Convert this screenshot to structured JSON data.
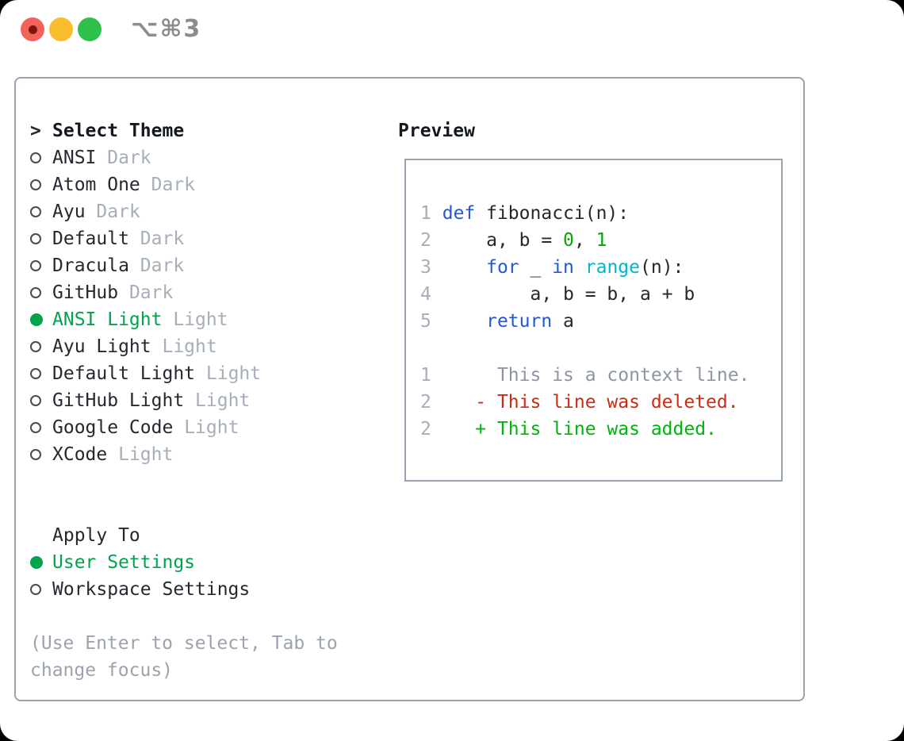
{
  "window": {
    "shortcut": "⌥⌘3",
    "traffic_lights": [
      "close",
      "minimize",
      "zoom"
    ]
  },
  "colors": {
    "accent_green": "#00a44d",
    "keyword_blue": "#2257d6",
    "builtin_cyan": "#00b6c8",
    "literal_green": "#00a800",
    "diff_added_green": "#00b30f",
    "diff_deleted_red": "#c92d12",
    "muted_gray": "#a5aeb9",
    "border_gray": "#9aa4b0"
  },
  "theme_panel": {
    "title_prefix": ">",
    "title": "Select Theme",
    "themes": [
      {
        "label": "ANSI",
        "variant": "Dark",
        "selected": false
      },
      {
        "label": "Atom One",
        "variant": "Dark",
        "selected": false
      },
      {
        "label": "Ayu",
        "variant": "Dark",
        "selected": false
      },
      {
        "label": "Default",
        "variant": "Dark",
        "selected": false
      },
      {
        "label": "Dracula",
        "variant": "Dark",
        "selected": false
      },
      {
        "label": "GitHub",
        "variant": "Dark",
        "selected": false
      },
      {
        "label": "ANSI Light",
        "variant": "Light",
        "selected": true
      },
      {
        "label": "Ayu Light",
        "variant": "Light",
        "selected": false
      },
      {
        "label": "Default Light",
        "variant": "Light",
        "selected": false
      },
      {
        "label": "GitHub Light",
        "variant": "Light",
        "selected": false
      },
      {
        "label": "Google Code",
        "variant": "Light",
        "selected": false
      },
      {
        "label": "XCode",
        "variant": "Light",
        "selected": false
      }
    ],
    "apply_to": {
      "title": "Apply To",
      "options": [
        {
          "label": "User Settings",
          "selected": true
        },
        {
          "label": "Workspace Settings",
          "selected": false
        }
      ]
    },
    "help_line1": "(Use Enter to select, Tab to",
    "help_line2": "change focus)"
  },
  "preview": {
    "title": "Preview",
    "code_lines": [
      {
        "num": "1",
        "t1": "def",
        "t2": " fibonacci(n):"
      },
      {
        "num": "2",
        "t1": "    a, b = ",
        "t2": "0",
        "t3": ", ",
        "t4": "1"
      },
      {
        "num": "3",
        "t1": "    ",
        "t2": "for",
        "t3": " _ ",
        "t4": "in",
        "t5": " ",
        "t6": "range",
        "t7": "(n):"
      },
      {
        "num": "4",
        "t1": "        a, b = b, a + b"
      },
      {
        "num": "5",
        "t1": "    ",
        "t2": "return",
        "t3": " a"
      }
    ],
    "diff_lines": [
      {
        "num": "1",
        "text": "     This is a context line."
      },
      {
        "num": "2",
        "text": "   - This line was deleted."
      },
      {
        "num": "2",
        "text": "   + This line was added."
      }
    ]
  }
}
